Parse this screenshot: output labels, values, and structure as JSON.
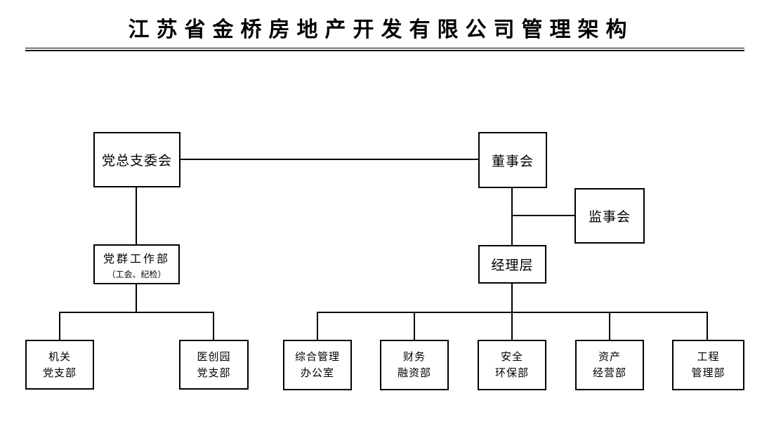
{
  "title": "江苏省金桥房地产开发有限公司管理架构",
  "colors": {
    "line": "#000000",
    "text": "#000000",
    "background": "#ffffff"
  },
  "nodes": {
    "party_committee": {
      "label": "党总支委会"
    },
    "board": {
      "label": "董事会"
    },
    "supervisory": {
      "label": "监事会"
    },
    "party_work": {
      "label": "党群工作部",
      "sublabel": "（工会、纪检）"
    },
    "management": {
      "label": "经理层"
    },
    "branch_office": {
      "line1": "机关",
      "line2": "党支部"
    },
    "branch_yichuang": {
      "line1": "医创园",
      "line2": "党支部"
    },
    "general_office": {
      "line1": "综合管理",
      "line2": "办公室"
    },
    "finance": {
      "line1": "财务",
      "line2": "融资部"
    },
    "safety": {
      "line1": "安全",
      "line2": "环保部"
    },
    "asset": {
      "line1": "资产",
      "line2": "经营部"
    },
    "engineering": {
      "line1": "工程",
      "line2": "管理部"
    }
  }
}
